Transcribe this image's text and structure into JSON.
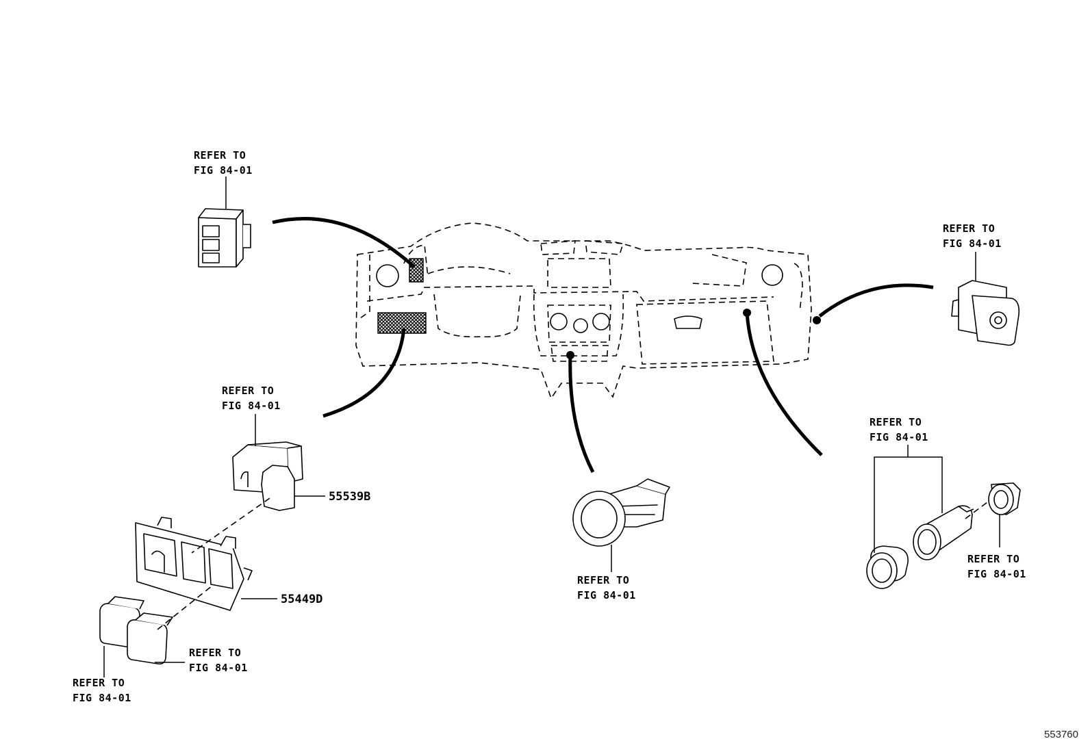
{
  "refer_label_line1": "REFER TO",
  "refer_label_line2": "FIG 84-01",
  "refers": [
    {
      "l1": "REFER TO",
      "l2": "FIG 84-01"
    },
    {
      "l1": "REFER TO",
      "l2": "FIG 84-01"
    },
    {
      "l1": "REFER TO",
      "l2": "FIG 84-01"
    },
    {
      "l1": "REFER TO",
      "l2": "FIG 84-01"
    },
    {
      "l1": "REFER TO",
      "l2": "FIG 84-01"
    },
    {
      "l1": "REFER TO",
      "l2": "FIG 84-01"
    },
    {
      "l1": "REFER TO",
      "l2": "FIG 84-01"
    },
    {
      "l1": "REFER TO",
      "l2": "FIG 84-01"
    }
  ],
  "part_numbers": {
    "switch_bezel_knob": "55539B",
    "switch_panel": "55449D"
  },
  "illustration_code": "553760"
}
